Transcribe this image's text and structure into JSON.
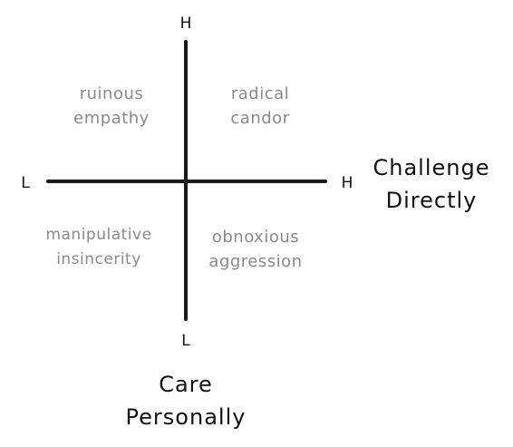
{
  "axes": {
    "vertical": {
      "top_label": "H",
      "bottom_label": "L",
      "title_line1": "Care",
      "title_line2": "Personally"
    },
    "horizontal": {
      "left_label": "L",
      "right_label": "H",
      "title_line1": "Challenge",
      "title_line2": "Directly"
    }
  },
  "quadrants": {
    "top_left": {
      "line1": "ruinous",
      "line2": "empathy"
    },
    "top_right": {
      "line1": "radical",
      "line2": "candor"
    },
    "bottom_left": {
      "line1": "manipulative",
      "line2": "insincerity"
    },
    "bottom_right": {
      "line1": "obnoxious",
      "line2": "aggression"
    }
  },
  "colors": {
    "axis": "#1a1a1a",
    "quadrant_text": "#8a8a8a",
    "title_text": "#111111"
  }
}
